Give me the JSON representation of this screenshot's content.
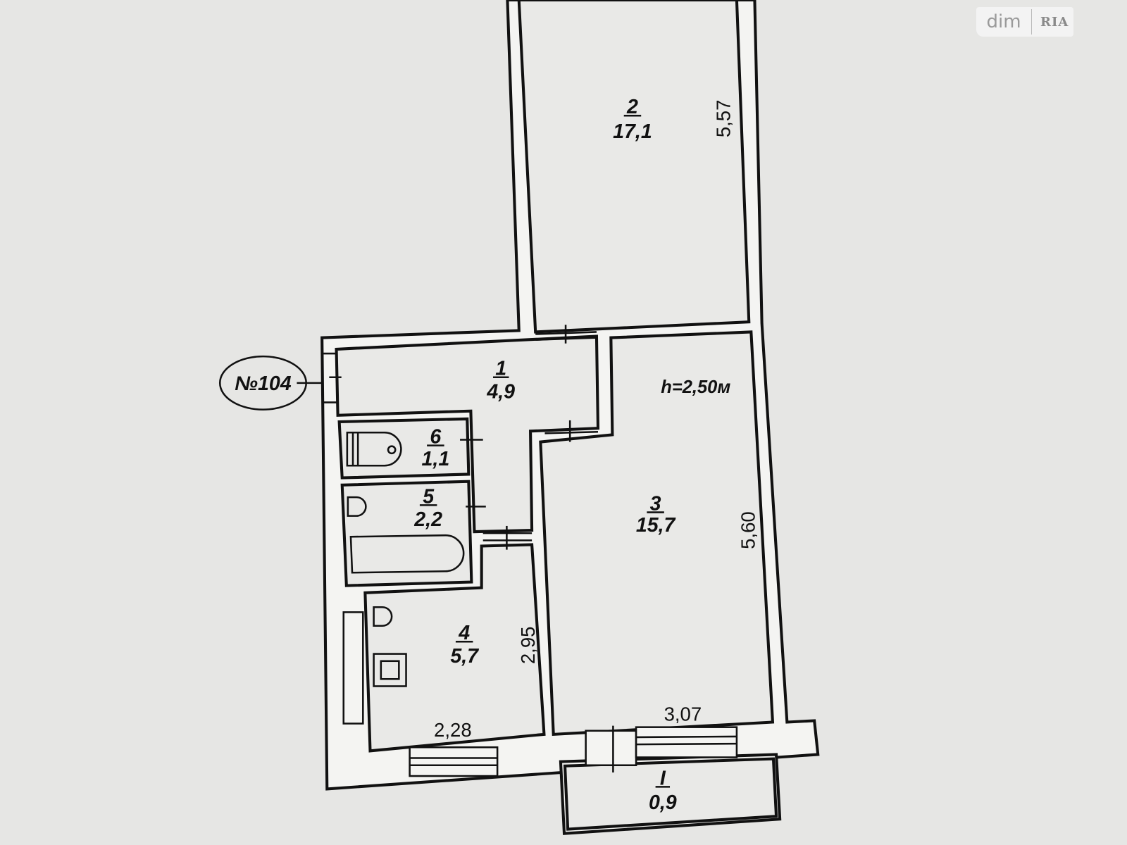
{
  "watermark": {
    "left": "dim",
    "right": "RIA"
  },
  "apartment_number": "№104",
  "ceiling_height": "h=2,50м",
  "rooms": [
    {
      "number": "1",
      "area": "4,9"
    },
    {
      "number": "2",
      "area": "17,1"
    },
    {
      "number": "3",
      "area": "15,7"
    },
    {
      "number": "4",
      "area": "5,7"
    },
    {
      "number": "5",
      "area": "2,2"
    },
    {
      "number": "6",
      "area": "1,1"
    },
    {
      "number": "I",
      "area": "0,9"
    }
  ],
  "dimensions": {
    "room2_length": "5,57",
    "room3_length": "5,60",
    "room3_width": "3,07",
    "kitchen_length": "2,95",
    "kitchen_width": "2,28"
  }
}
